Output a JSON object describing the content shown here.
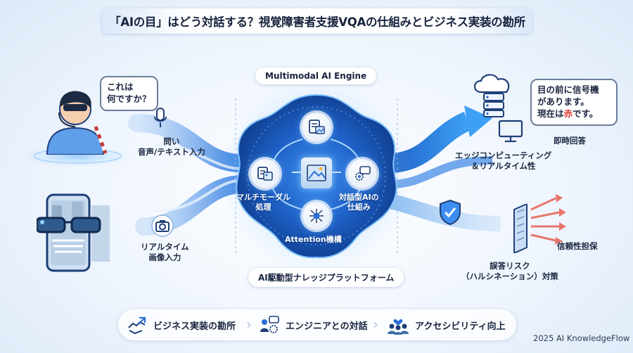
{
  "title": "「AIの目」はどう対話する？視覚障害者支援VQAの仕組みとビジネス実装の勘所",
  "user_bubble": {
    "line1": "これは",
    "line2": "何ですか？"
  },
  "question_label": {
    "line1": "問い",
    "line2": "音声/テキスト入力"
  },
  "image_label": {
    "line1": "リアルタイム",
    "line2": "画像入力"
  },
  "engine_title": "Multimodal AI Engine",
  "engine_nodes": {
    "multimodal": {
      "line1": "マルチモーダル",
      "line2": "処理"
    },
    "dialog": {
      "line1": "対話型AIの",
      "line2": "仕組み"
    },
    "attention": "Attention機構"
  },
  "platform_label": "AI駆動型ナレッジプラットフォーム",
  "answer_bubble": {
    "line1": "目の前に信号機",
    "line2": "があります。",
    "line3_pre": "現在は",
    "line3_red": "赤",
    "line3_post": "です。"
  },
  "instant_answer": "即時回答",
  "edge_label": {
    "line1": "エッジコンピューティング",
    "line2": "＆リアルタイム性"
  },
  "reliability_label": "信頼性担保",
  "hallucination_label": {
    "line1": "誤答リスク",
    "line2": "（ハルシネーション）対策"
  },
  "bottom": {
    "item1": "ビジネス実装の勘所",
    "item2": "エンジニアとの対話",
    "item3": "アクセシビリティ向上"
  },
  "credit": "2025 AI KnowledgeFlow",
  "colors": {
    "accent": "#2a6fd6",
    "dark_navy": "#17233d",
    "answer_red": "#e0322b",
    "glow": "#4fb0ff"
  }
}
